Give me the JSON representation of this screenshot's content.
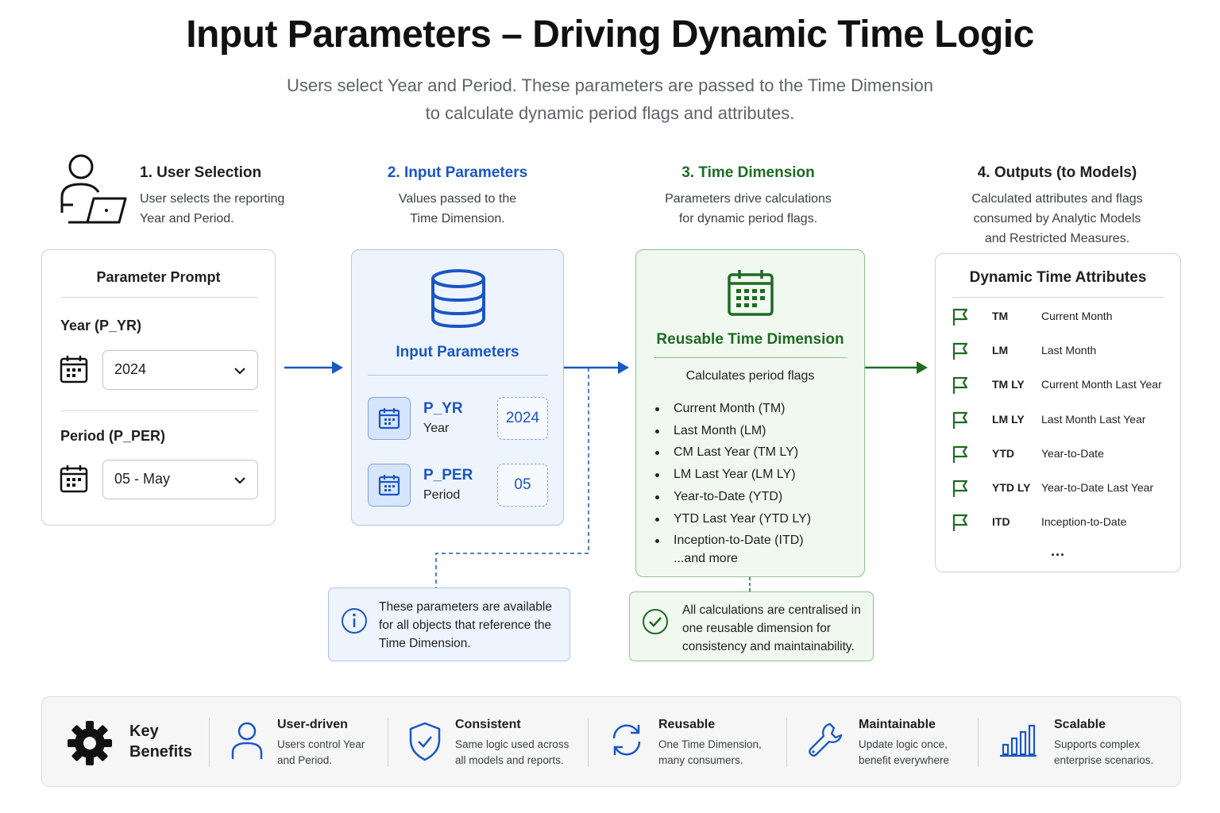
{
  "header": {
    "title": "Input Parameters – Driving Dynamic Time Logic",
    "subtitle_line1": "Users select Year and Period. These parameters are passed to the Time Dimension",
    "subtitle_line2": "to calculate dynamic period flags and attributes."
  },
  "steps": [
    {
      "heading": "1. User Selection",
      "desc_line1": "User selects the reporting",
      "desc_line2": "Year and Period.",
      "color": "#1f1f1f"
    },
    {
      "heading": "2. Input Parameters",
      "desc_line1": "Values passed to the",
      "desc_line2": "Time Dimension.",
      "color": "#1a56c4"
    },
    {
      "heading": "3. Time Dimension",
      "desc_line1": "Parameters drive calculations",
      "desc_line2": "for dynamic period flags.",
      "color": "#1e6b22"
    },
    {
      "heading": "4. Outputs (to Models)",
      "desc_line1": "Calculated attributes and flags",
      "desc_line2": "consumed by Analytic Models",
      "desc_line3": "and Restricted Measures.",
      "color": "#1f1f1f"
    }
  ],
  "prompt": {
    "title": "Parameter Prompt",
    "year_label": "Year (P_YR)",
    "year_value": "2024",
    "period_label": "Period (P_PER)",
    "period_value": "05 - May"
  },
  "params": {
    "title": "Input Parameters",
    "items": [
      {
        "name": "P_YR",
        "sub": "Year",
        "value": "2024"
      },
      {
        "name": "P_PER",
        "sub": "Period",
        "value": "05"
      }
    ],
    "note": "These parameters are available for all objects that reference the Time Dimension."
  },
  "time_dim": {
    "title": "Reusable Time Dimension",
    "subtitle": "Calculates period flags",
    "flags": [
      "Current Month (TM)",
      "Last Month (LM)",
      "CM Last Year (TM LY)",
      "LM Last Year (LM LY)",
      "Year-to-Date (YTD)",
      "YTD Last Year (YTD LY)",
      "Inception-to-Date (ITD)"
    ],
    "more": "...and more",
    "note": "All calculations are centralised in one reusable dimension for consistency and maintainability."
  },
  "outputs": {
    "title": "Dynamic Time Attributes",
    "rows": [
      {
        "code": "TM",
        "name": "Current Month"
      },
      {
        "code": "LM",
        "name": "Last Month"
      },
      {
        "code": "TM LY",
        "name": "Current Month Last Year"
      },
      {
        "code": "LM LY",
        "name": "Last Month Last Year"
      },
      {
        "code": "YTD",
        "name": "Year-to-Date"
      },
      {
        "code": "YTD LY",
        "name": "Year-to-Date Last Year"
      },
      {
        "code": "ITD",
        "name": "Inception-to-Date"
      }
    ],
    "ellipsis": "..."
  },
  "benefits": {
    "title_line1": "Key",
    "title_line2": "Benefits",
    "items": [
      {
        "title": "User-driven",
        "desc": "Users control Year and Period.",
        "icon": "user-icon"
      },
      {
        "title": "Consistent",
        "desc": "Same logic used across all models and reports.",
        "icon": "shield-check-icon"
      },
      {
        "title": "Reusable",
        "desc": "One Time Dimension, many consumers.",
        "icon": "refresh-icon"
      },
      {
        "title": "Maintainable",
        "desc": "Update logic once, benefit everywhere",
        "icon": "wrench-icon"
      },
      {
        "title": "Scalable",
        "desc": "Supports complex enterprise scenarios.",
        "icon": "bar-chart-icon"
      }
    ]
  },
  "colors": {
    "blue": "#1a56c4",
    "green": "#1e6b22",
    "blue_bg": "#eef4fd",
    "green_bg": "#f1f8f0"
  }
}
